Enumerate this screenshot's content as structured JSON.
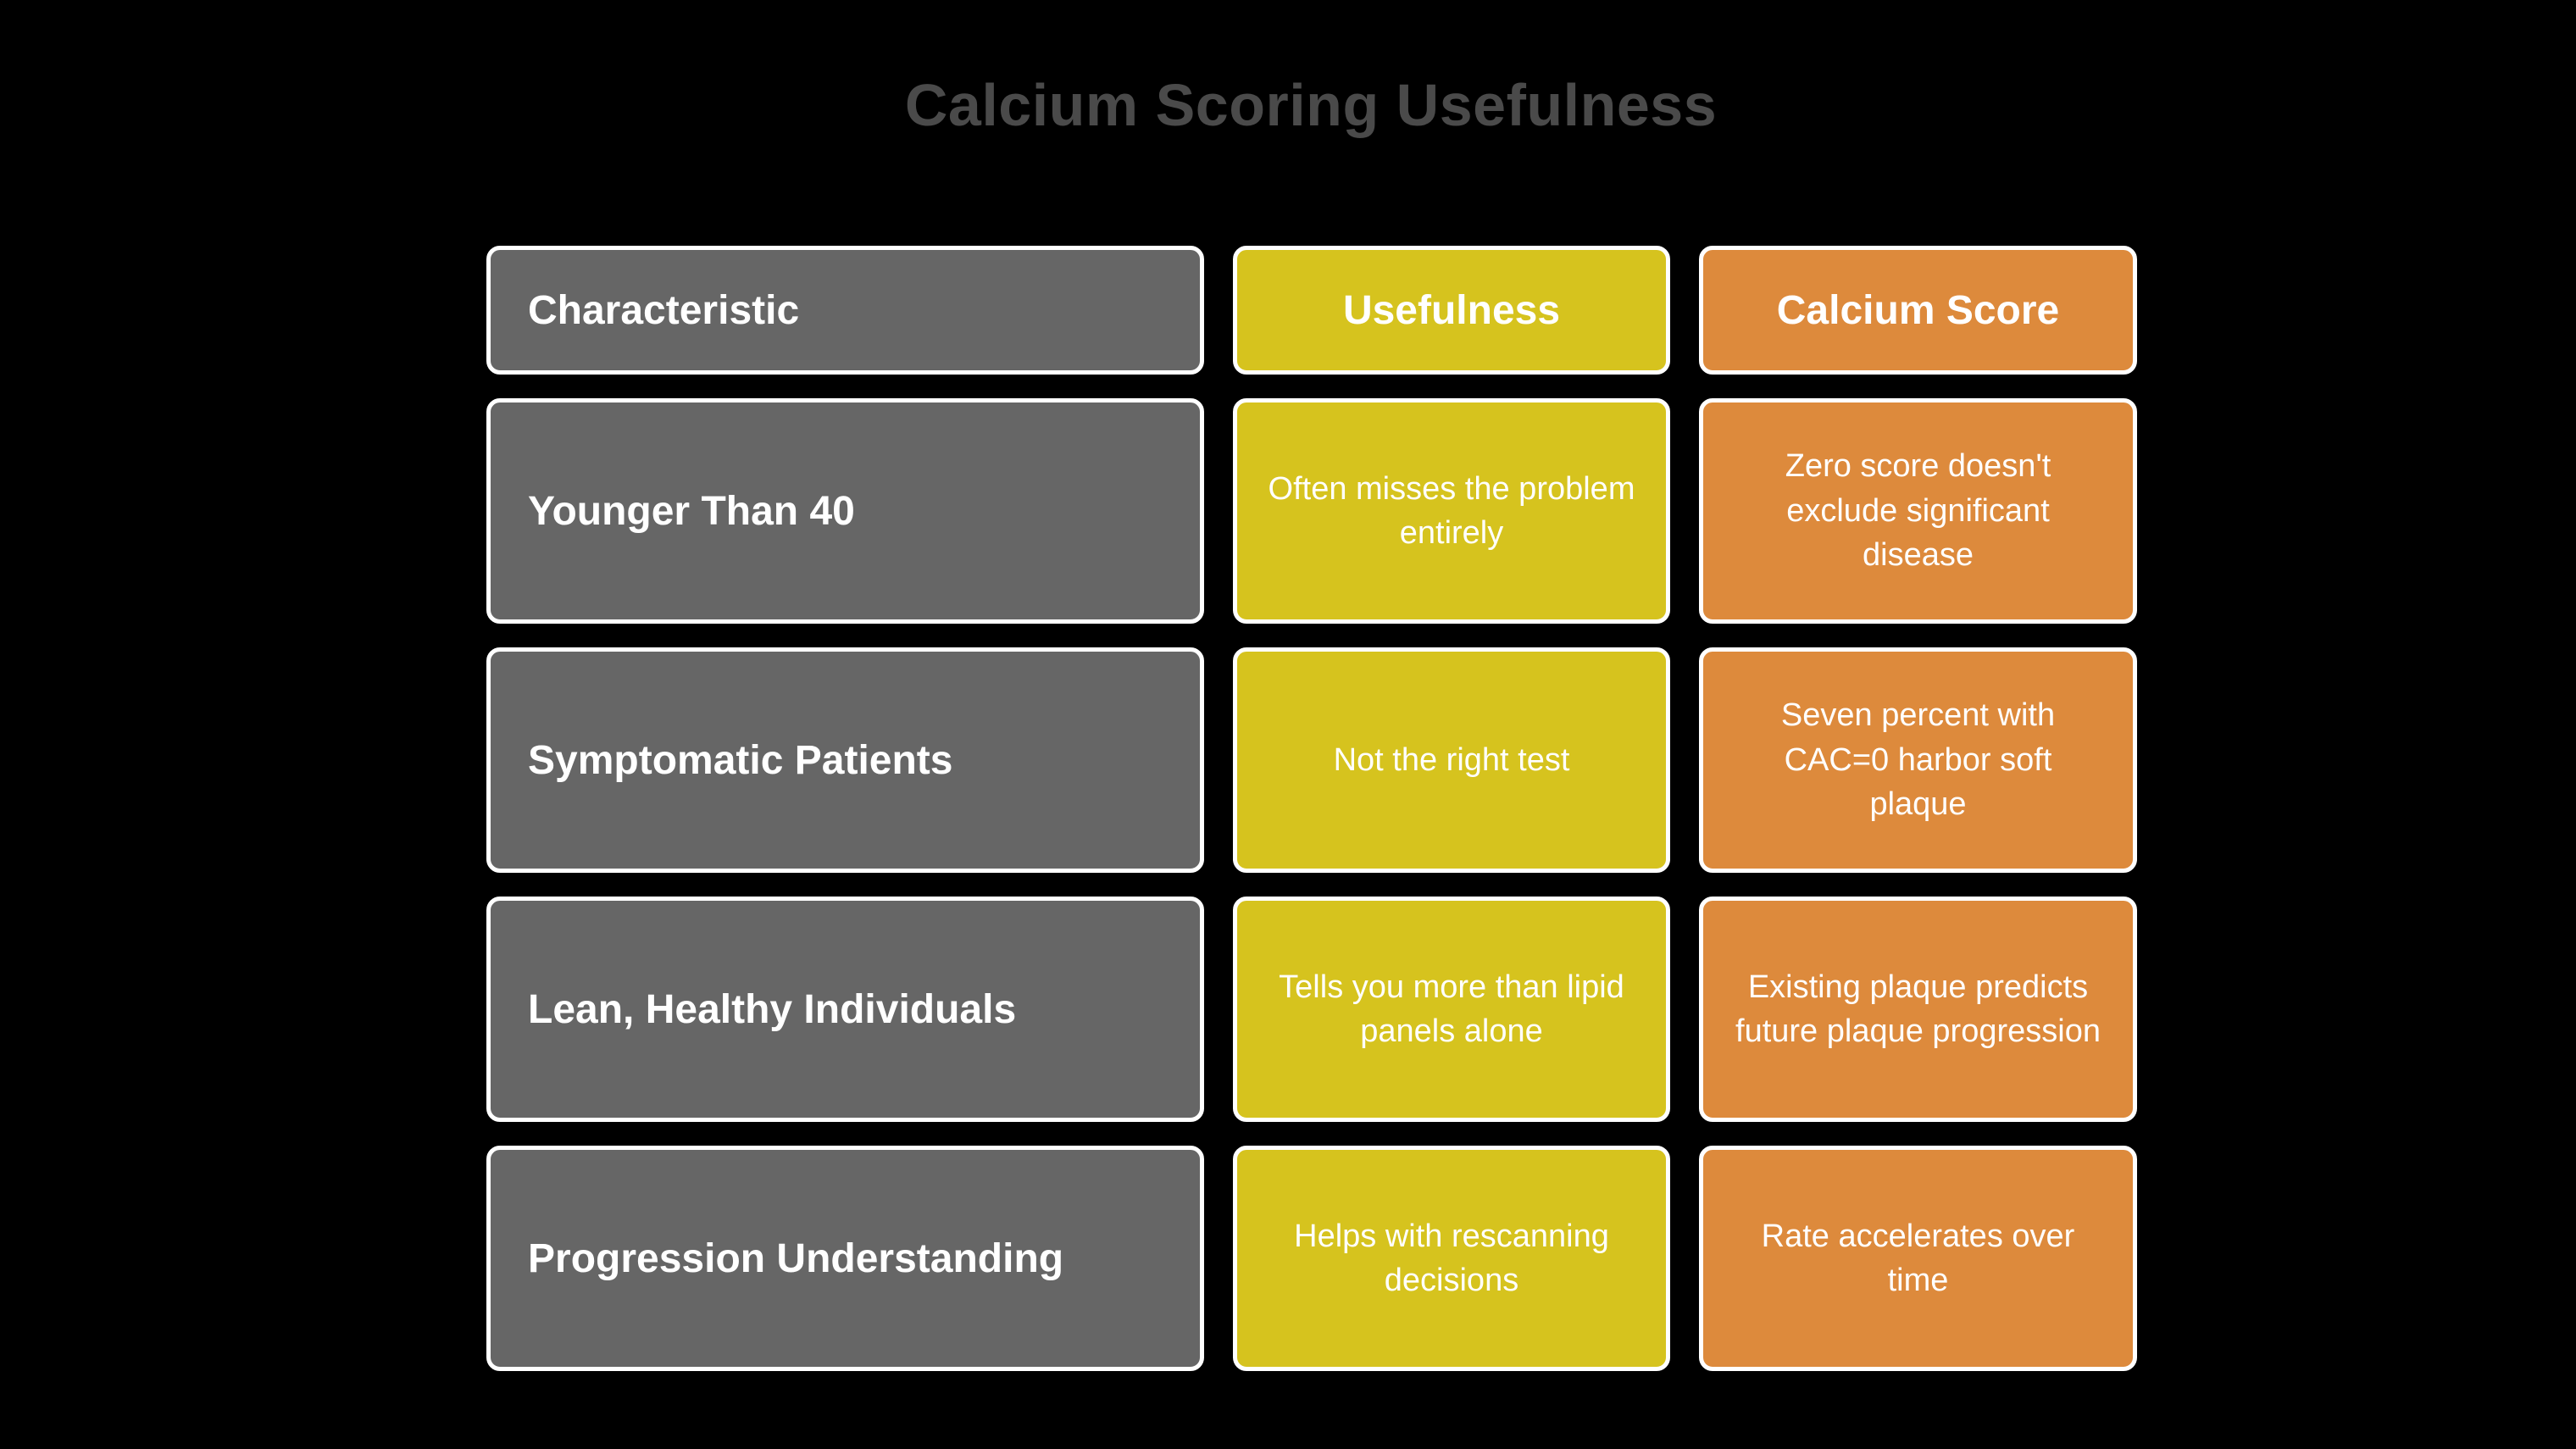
{
  "title": "Calcium Scoring Usefulness",
  "colors": {
    "background": "#000000",
    "title_text": "#4a4a4a",
    "characteristic_column": "#666666",
    "usefulness_column": "#d6c31e",
    "calcium_score_column": "#dd8a3c",
    "cell_border": "#ffffff",
    "cell_text": "#ffffff"
  },
  "table": {
    "columns": [
      {
        "key": "characteristic",
        "label": "Characteristic"
      },
      {
        "key": "usefulness",
        "label": "Usefulness"
      },
      {
        "key": "calcium_score",
        "label": "Calcium Score"
      }
    ],
    "rows": [
      {
        "characteristic": "Younger Than 40",
        "usefulness": "Often misses the problem entirely",
        "calcium_score": "Zero score doesn't exclude significant disease"
      },
      {
        "characteristic": "Symptomatic Patients",
        "usefulness": "Not the right test",
        "calcium_score": "Seven percent with CAC=0 harbor soft plaque"
      },
      {
        "characteristic": "Lean, Healthy Individuals",
        "usefulness": "Tells you more than lipid panels alone",
        "calcium_score": "Existing plaque predicts future plaque progression"
      },
      {
        "characteristic": "Progression Understanding",
        "usefulness": "Helps with rescanning decisions",
        "calcium_score": "Rate accelerates over time"
      }
    ]
  }
}
